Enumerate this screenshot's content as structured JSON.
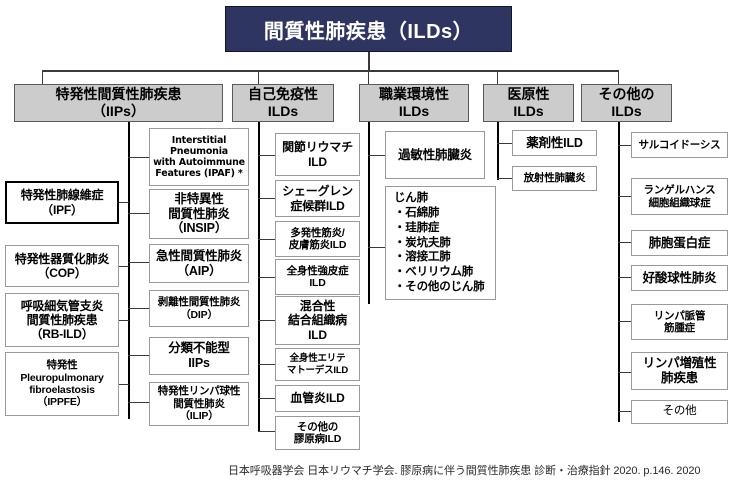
{
  "title": {
    "text": "間質性肺疾患（ILDs）"
  },
  "colors": {
    "title_bg": "#2e3560",
    "title_fg": "#ffffff",
    "category_bg": "#cccccc",
    "node_bg": "#ffffff",
    "border": "#9a9a9a",
    "emphasis_border": "#000000",
    "connector": "#3a3a3a"
  },
  "categories": [
    {
      "id": "iips",
      "label": "特発性間質性肺疾患\n（IIPs）"
    },
    {
      "id": "autoimmune",
      "label": "自己免疫性\nILDs"
    },
    {
      "id": "occupational",
      "label": "職業環境性\nILDs"
    },
    {
      "id": "iatrogenic",
      "label": "医原性\nILDs"
    },
    {
      "id": "other",
      "label": "その他の\nILDs"
    }
  ],
  "iips_left": [
    {
      "id": "ipf",
      "label": "特発性肺線維症\n（IPF）",
      "emphasis": true
    },
    {
      "id": "cop",
      "label": "特発性器質化肺炎\n（COP）",
      "emphasis": false
    },
    {
      "id": "rbild",
      "label": "呼吸細気管支炎\n間質性肺疾患\n（RB-ILD）",
      "emphasis": false
    },
    {
      "id": "ippfe",
      "label": "特発性\nPleuropulmonary\nfibroelastosis\n（IPPFE）",
      "emphasis": false
    }
  ],
  "iips_right": [
    {
      "id": "ipaf",
      "label": "Interstitial\nPneumonia\nwith Autoimmune\nFeatures (IPAF) *"
    },
    {
      "id": "nsip",
      "label": "非特異性\n間質性肺炎\n（INSIP）"
    },
    {
      "id": "aip",
      "label": "急性間質性肺炎\n（AIP）"
    },
    {
      "id": "dip",
      "label": "剥離性間質性肺炎\n（DIP）"
    },
    {
      "id": "uiips",
      "label": "分類不能型\nIIPs"
    },
    {
      "id": "ilip",
      "label": "特発性リンパ球性\n間質性肺炎\n（ILIP）"
    }
  ],
  "autoimmune_items": [
    {
      "id": "ra",
      "label": "関節リウマチ\nILD"
    },
    {
      "id": "ss",
      "label": "シェーグレン\n症候群ILD"
    },
    {
      "id": "pmdm",
      "label": "多発性筋炎/\n皮膚筋炎ILD"
    },
    {
      "id": "ssc",
      "label": "全身性強皮症\nILD"
    },
    {
      "id": "mctd",
      "label": "混合性\n結合組織病\nILD"
    },
    {
      "id": "sle",
      "label": "全身性エリテ\nマトーデスILD"
    },
    {
      "id": "vas",
      "label": "血管炎ILD"
    },
    {
      "id": "otherc",
      "label": "その他の\n膠原病ILD"
    }
  ],
  "occupational_items": [
    {
      "id": "hp",
      "label": "過敏性肺臓炎"
    },
    {
      "id": "pneumo",
      "label": "じん肺\n・石綿肺\n・珪肺症\n・炭坑夫肺\n・溶接工肺\n・ベリリウム肺\n・その他のじん肺"
    }
  ],
  "iatrogenic_items": [
    {
      "id": "drug",
      "label": "薬剤性ILD"
    },
    {
      "id": "rad",
      "label": "放射性肺臓炎"
    }
  ],
  "other_items": [
    {
      "id": "sarcoid",
      "label": "サルコイドーシス"
    },
    {
      "id": "lch",
      "label": "ランゲルハンス\n細胞組織球症"
    },
    {
      "id": "pap",
      "label": "肺胞蛋白症"
    },
    {
      "id": "eos",
      "label": "好酸球性肺炎"
    },
    {
      "id": "lam",
      "label": "リンパ脈管\n筋腫症"
    },
    {
      "id": "lpd",
      "label": "リンパ増殖性\n肺疾患"
    },
    {
      "id": "etc",
      "label": "その他"
    }
  ],
  "footer": {
    "citation": "日本呼吸器学会 日本リウマチ学会. 膠原病に伴う間質性肺疾患 診断・治療指針 2020. p.146. 2020"
  }
}
